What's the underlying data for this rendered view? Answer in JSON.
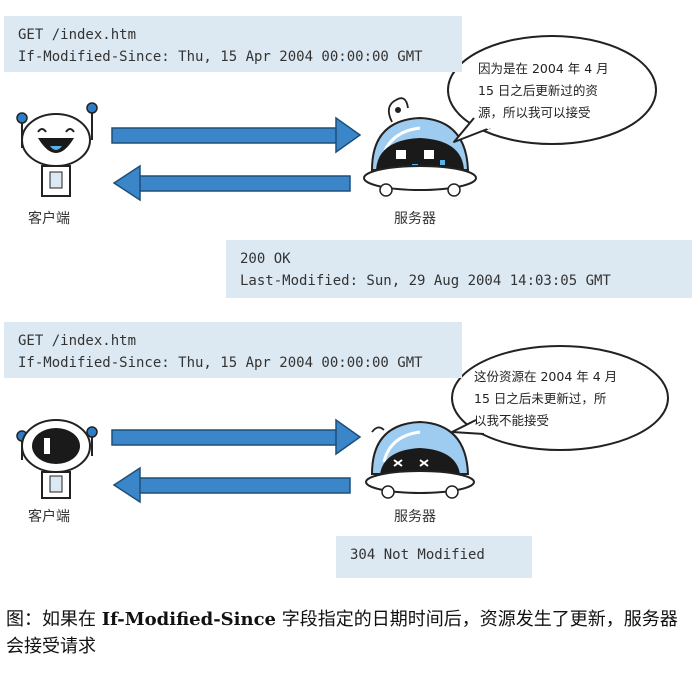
{
  "scenario_top": {
    "request_lines": [
      "GET /index.htm",
      "If-Modified-Since: Thu, 15 Apr 2004 00:00:00 GMT"
    ],
    "bubble_lines": [
      "因为是在 2004 年 4 月",
      "15 日之后更新过的资",
      "源，所以我可以接受"
    ],
    "client_label": "客户端",
    "server_label": "服务器",
    "response_lines": [
      "200 OK",
      "Last-Modified: Sun, 29 Aug 2004 14:03:05 GMT"
    ]
  },
  "scenario_bottom": {
    "request_lines": [
      "GET /index.htm",
      "If-Modified-Since: Thu, 15 Apr 2004 00:00:00 GMT"
    ],
    "bubble_lines": [
      "这份资源在 2004 年 4 月",
      "15 日之后未更新过，所",
      "以我不能接受"
    ],
    "client_label": "客户端",
    "server_label": "服务器",
    "response_lines": [
      "304 Not Modified"
    ]
  },
  "caption": {
    "prefix": "图：如果在 ",
    "bold": "If-Modified-Since",
    "suffix": " 字段指定的日期时间后，资源发生了更新，服务器会接受请求"
  },
  "colors": {
    "box_bg": "#dde9f2",
    "arrow": "#3a86c8",
    "robot_blue": "#2d7dc6",
    "dark": "#1a1a1a"
  }
}
